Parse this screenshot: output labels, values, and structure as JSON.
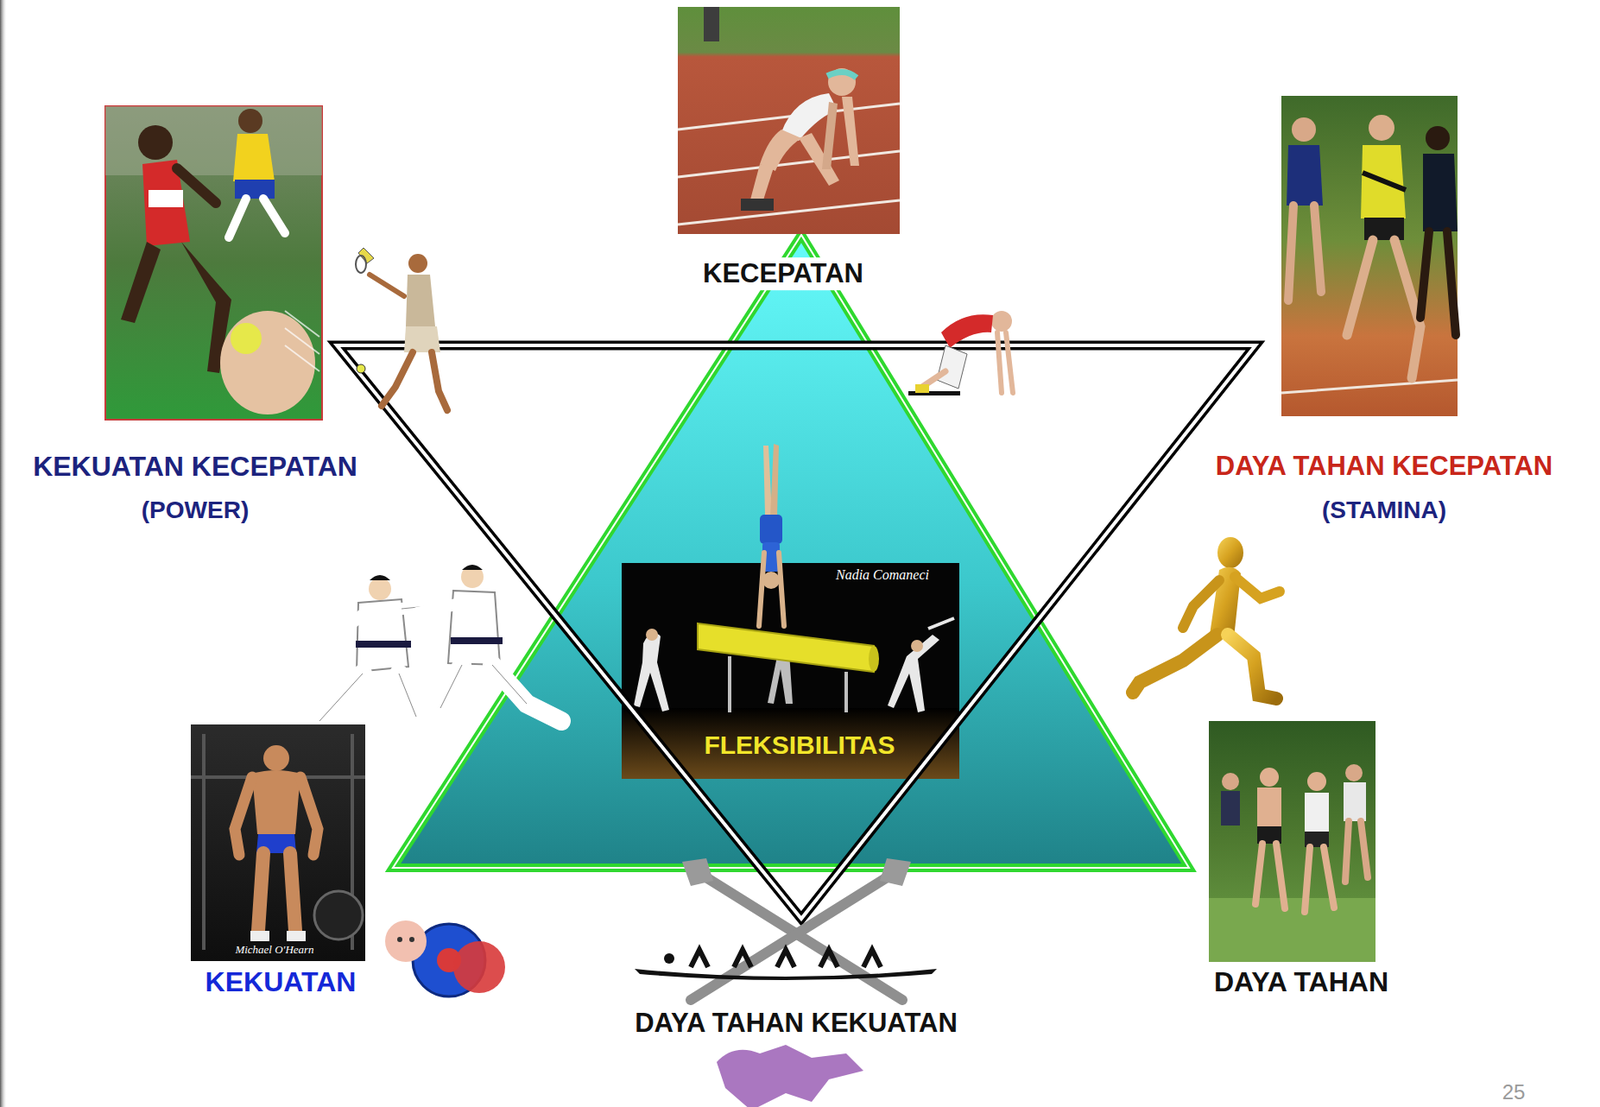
{
  "diagram": {
    "nodes": [
      {
        "text": [
          "KECEPATAN"
        ]
      },
      {
        "text": [
          "KEKUATAN KECEPATAN",
          "(POWER)"
        ]
      },
      {
        "text": [
          "DAYA TAHAN KECEPATAN",
          "(STAMINA)"
        ]
      },
      {
        "text": [
          "Nadia Comaneci",
          "FLEKSIBILITAS"
        ]
      },
      {
        "text": [
          "KEKUATAN"
        ]
      },
      {
        "text": [
          "DAYA TAHAN"
        ]
      }
    ],
    "labels": [
      "DAYA TAHAN KEKUATAN",
      "Michael O'Hearn",
      "25"
    ]
  }
}
